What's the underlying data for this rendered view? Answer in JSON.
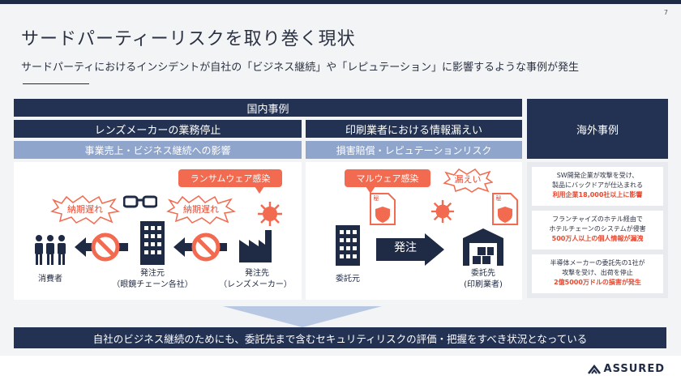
{
  "page_number": "7",
  "title": "サードパーティーリスクを取り巻く現状",
  "subtitle": "サードパーティにおけるインシデントが自社の「ビジネス継続」や「レピュテーション」に影響するような事例が発生",
  "domestic": {
    "header": "国内事例",
    "case1": {
      "title": "レンズメーカーの業務停止",
      "impact": "事業売上・ビジネス継続への影響",
      "callout": "ランサムウェア感染",
      "delay1": "納期遅れ",
      "delay2": "納期遅れ",
      "consumer": "消費者",
      "orderer": "発注元",
      "orderer_sub": "（眼鏡チェーン各社）",
      "supplier": "発注先",
      "supplier_sub": "（レンズメーカー）"
    },
    "case2": {
      "title": "印刷業者における情報漏えい",
      "impact": "損害賠償・レピュテーションリスク",
      "callout": "マルウェア感染",
      "leak": "漏えい",
      "order": "発注",
      "client": "委託元",
      "contractor": "委託先",
      "contractor_sub": "(印刷業者)",
      "doc_tag": "秘"
    }
  },
  "overseas": {
    "header": "海外事例",
    "cases": [
      {
        "text1": "SW開発企業が攻撃を受け、",
        "text2": "製品にバックドアが仕込まれる",
        "highlight": "利用企業18,000社以上に影響"
      },
      {
        "text1": "フランチャイズのホテル経由で",
        "text2": "ホテルチェーンのシステムが侵害",
        "highlight": "500万人以上の個人情報が漏洩"
      },
      {
        "text1": "半導体メーカーの委託先の1社が",
        "text2": "攻撃を受け、出荷を停止",
        "highlight": "2億5000万ドルの損害が発生"
      }
    ]
  },
  "conclusion": "自社のビジネス継続のためにも、委託先まで含むセキュリティリスクの評価・把握をすべき状況となっている",
  "logo": "ASSURED",
  "colors": {
    "navy": "#233252",
    "light_blue": "#8fa5cc",
    "accent": "#f26a4f",
    "highlight": "#e8472e"
  }
}
